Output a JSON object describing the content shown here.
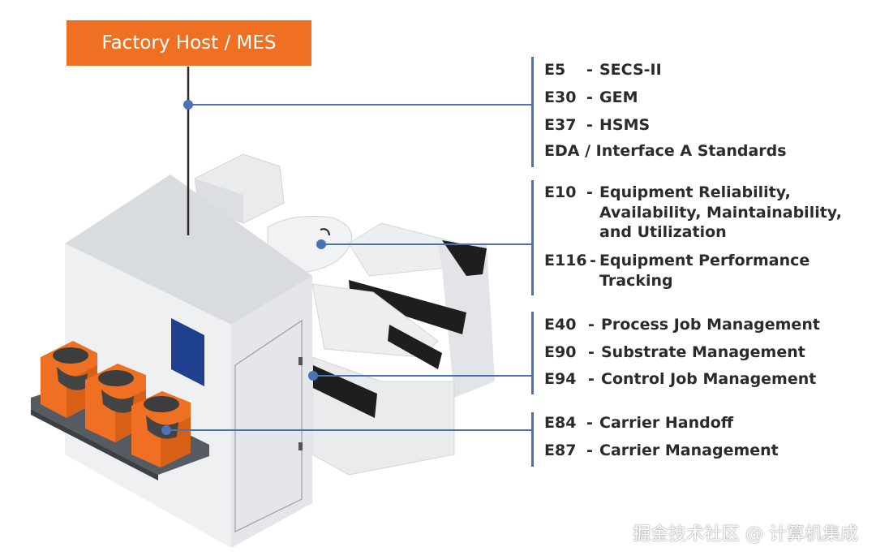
{
  "host": {
    "label": "Factory Host / MES"
  },
  "groups": [
    {
      "rows": [
        {
          "code": "E5",
          "desc": "SECS-II"
        },
        {
          "code": "E30",
          "desc": "GEM"
        },
        {
          "code": "E37",
          "desc": "HSMS"
        },
        {
          "full": "EDA / Interface A Standards"
        }
      ]
    },
    {
      "rows": [
        {
          "code": "E10",
          "desc_lines": [
            "Equipment Reliability,",
            "Availability, Maintainability,",
            "and Utilization"
          ]
        },
        {
          "code": "E116",
          "desc_lines": [
            "Equipment Performance",
            "Tracking"
          ]
        }
      ]
    },
    {
      "rows": [
        {
          "code": "E40",
          "desc": "Process Job Management"
        },
        {
          "code": "E90",
          "desc": "Substrate Management"
        },
        {
          "code": "E94",
          "desc": "Control Job Management"
        }
      ]
    },
    {
      "rows": [
        {
          "code": "E84",
          "desc": "Carrier Handoff"
        },
        {
          "code": "E87",
          "desc": "Carrier Management"
        }
      ]
    }
  ],
  "watermark": "掘金技术社区 @ 计算机集成",
  "colors": {
    "accent_orange": "#ef7022",
    "line_blue": "#4a73b5",
    "text": "#2b2b2b",
    "equipment_gray": "#e6e8ea",
    "panel_navy": "#1f3f8f"
  }
}
